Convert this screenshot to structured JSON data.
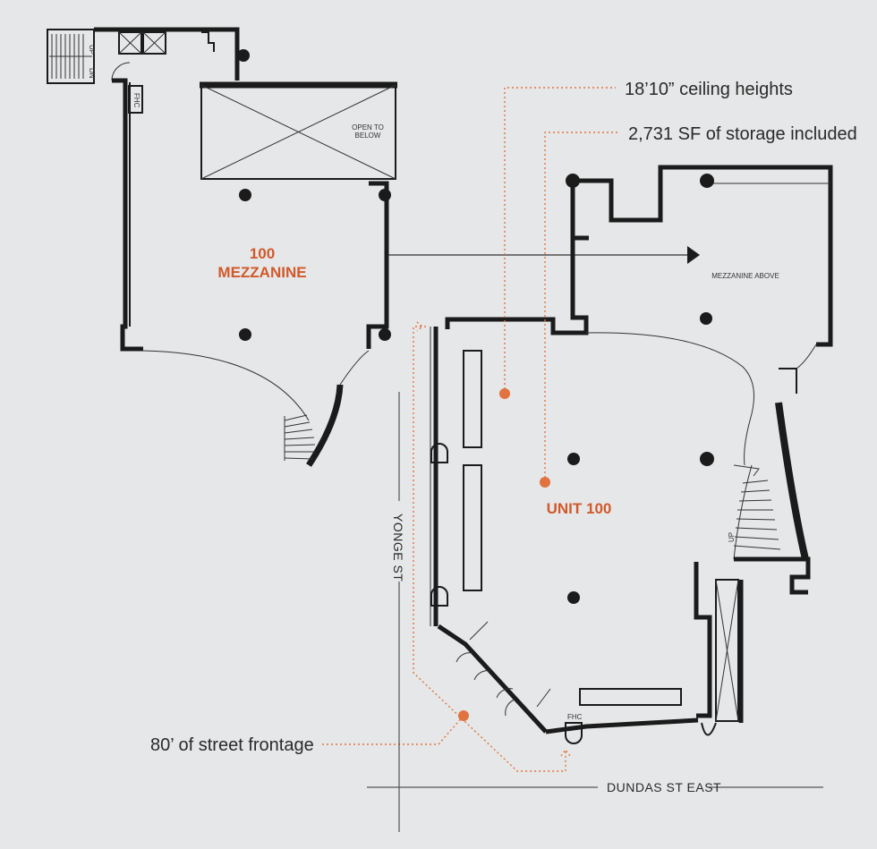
{
  "mezzanine": {
    "line1": "100",
    "line2": "MEZZANINE",
    "open_to_below_1": "OPEN TO",
    "open_to_below_2": "BELOW"
  },
  "unit": {
    "label": "UNIT  100",
    "mezzanine_above": "MEZZANINE ABOVE"
  },
  "callouts": {
    "ceiling": "18’10” ceiling heights",
    "storage": "2,731 SF of storage included",
    "frontage": "80’ of street frontage"
  },
  "streets": {
    "yonge": "YONGE ST",
    "dundas": "DUNDAS ST EAST"
  },
  "small_labels": {
    "fhc": "FHC",
    "up": "UP",
    "dn": "DN"
  },
  "colors": {
    "accent": "#d1592a",
    "ink": "#1b1b1b",
    "background": "#e6e7e8"
  }
}
